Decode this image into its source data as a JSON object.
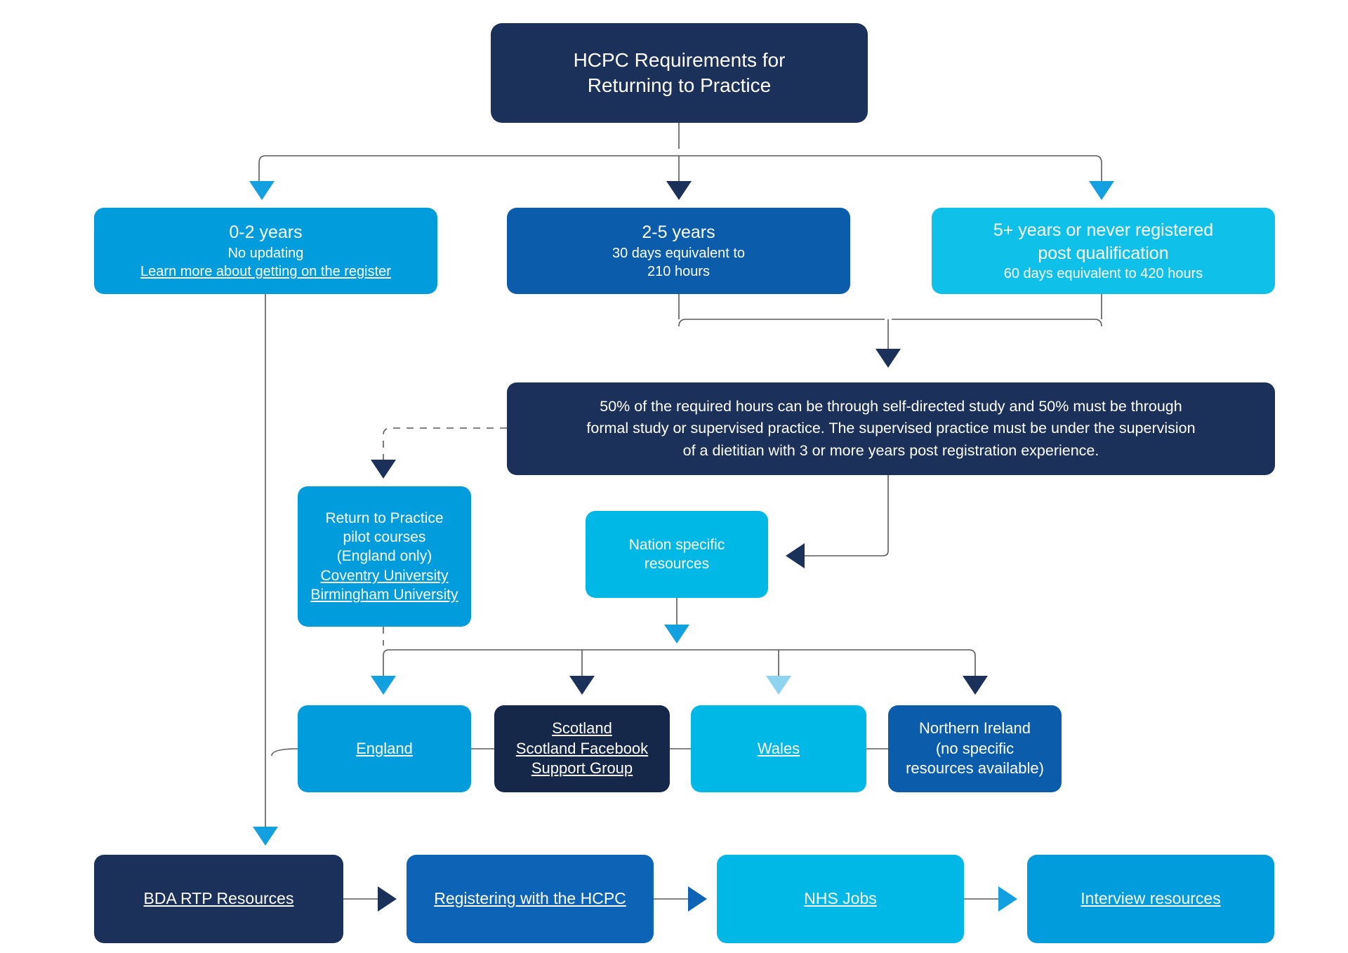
{
  "diagram": {
    "title": "HCPC Requirements for Returning to Practice",
    "title_line1": "HCPC Requirements for",
    "title_line2": "Returning to Practice",
    "colors": {
      "navy": "#1b3159",
      "navy_dark": "#15284a",
      "blue": "#0b5cab",
      "blue_mid": "#0d63b5",
      "cyan": "#009cdc",
      "cyan_bright": "#00b8e6",
      "cyan_light": "#0fc0e8",
      "connector": "#595959",
      "arrow_navy": "#1b3159",
      "arrow_cyan": "#00a0e0",
      "arrow_cyan_pale": "#8ed3f0",
      "background": "#ffffff"
    }
  },
  "nodes": {
    "title": {
      "line1": "HCPC Requirements for",
      "line2": "Returning to Practice"
    },
    "years_0_2": {
      "title": "0-2 years",
      "sub": "No updating",
      "link": "Learn more about getting on the register"
    },
    "years_2_5": {
      "title": "2-5 years",
      "sub_line1": "30 days equivalent to",
      "sub_line2": "210 hours"
    },
    "years_5_plus": {
      "title_line1": "5+ years or never registered",
      "title_line2": "post qualification",
      "sub": "60 days equivalent to 420 hours"
    },
    "fifty_percent": {
      "line1": "50% of the required hours can be through self-directed study and 50% must be through",
      "line2": "formal study or supervised practice. The supervised practice must be under the supervision",
      "line3": "of a dietitian with 3 or more years post registration experience."
    },
    "rtp_pilot": {
      "line1": "Return to Practice",
      "line2": "pilot courses",
      "line3": "(England only)",
      "link1": "Coventry University",
      "link2": "Birmingham University"
    },
    "nation_resources": {
      "line1": "Nation specific",
      "line2": "resources"
    },
    "england": {
      "link": "England"
    },
    "scotland": {
      "link1": "Scotland",
      "link2": "Scotland Facebook",
      "link3": "Support Group"
    },
    "wales": {
      "link": "Wales"
    },
    "northern_ireland": {
      "line1": "Northern Ireland",
      "line2": "(no specific",
      "line3": "resources available)"
    },
    "bda_resources": {
      "link": "BDA RTP Resources"
    },
    "registering_hcpc": {
      "link": "Registering with the HCPC"
    },
    "nhs_jobs": {
      "link": "NHS Jobs"
    },
    "interview_resources": {
      "link": "Interview resources"
    }
  }
}
